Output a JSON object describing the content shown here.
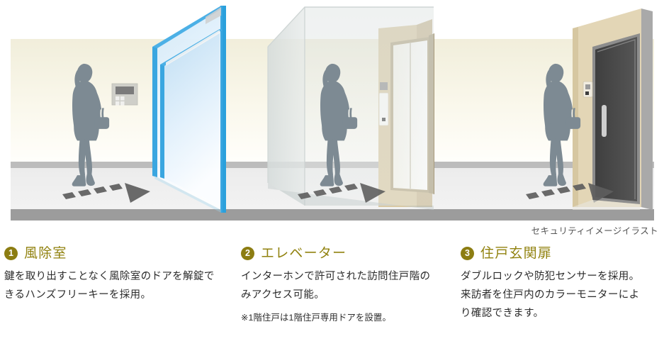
{
  "illustration": {
    "caption": "セキュリティイメージイラスト",
    "alt_name": "security-image-illustration",
    "colors": {
      "wall_top": "#f2efdc",
      "wall_bottom": "#fffefa",
      "floor": "#eeeeee",
      "floor_band_top": "#bfbfbf",
      "floor_band_bottom": "#9b9b9b",
      "person": "#7d8a93",
      "glass_frame_blue": "#3aa6e0",
      "glass_fill": "#dfeffb",
      "elevator_frame": "#d9c9a3",
      "elevator_door": "#fbfaf5",
      "entrance_door": "#4a4a4a",
      "booth_glass": "#d8dedd",
      "arrow": "#585858"
    },
    "panels": [
      {
        "name": "entrance-hall-panel",
        "label": "風除室",
        "features": [
          "automatic-glass-door",
          "intercom-panel",
          "walking-person",
          "floor-arrow"
        ]
      },
      {
        "name": "elevator-panel",
        "label": "エレベーター",
        "features": [
          "glass-booth",
          "elevator-doors",
          "elevator-call-panel",
          "walking-person",
          "floor-arrow"
        ]
      },
      {
        "name": "dwelling-entrance-panel",
        "label": "住戸玄関扉",
        "features": [
          "dark-entrance-door",
          "door-handle",
          "card-reader",
          "walking-person",
          "floor-arrow"
        ]
      }
    ]
  },
  "features": [
    {
      "number": "1",
      "title": "風除室",
      "body": "鍵を取り出すことなく風除室のドアを解錠できるハンズフリーキーを採用。",
      "note": ""
    },
    {
      "number": "2",
      "title": "エレベーター",
      "body": "インターホンで許可された訪問住戸階のみアクセス可能。",
      "note": "※1階住戸は1階住戸専用ドアを設置。"
    },
    {
      "number": "3",
      "title": "住戸玄関扉",
      "body": "ダブルロックや防犯センサーを採用。来訪者を住戸内のカラーモニターにより確認できます。",
      "note": ""
    }
  ],
  "theme": {
    "accent": "#91820f",
    "badge_bg": "#8c7d12",
    "text": "#2b2b2b",
    "caption_text": "#555555"
  }
}
